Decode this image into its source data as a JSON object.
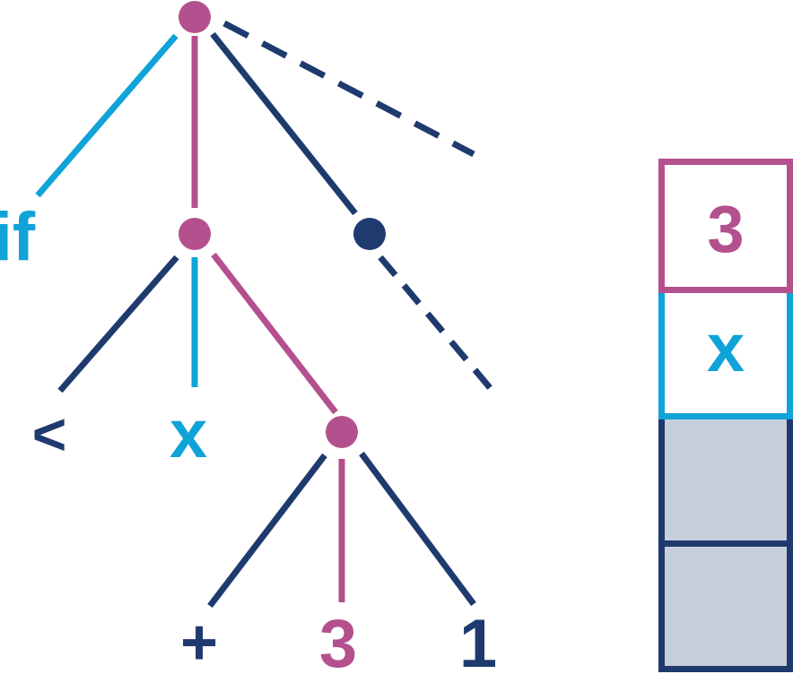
{
  "colors": {
    "pink": "#b4508e",
    "cyan": "#10a3d8",
    "navy": "#1f3a6e",
    "stack_fill": "#c7cfdd",
    "white": "#ffffff"
  },
  "tree": {
    "labels": {
      "if": "if",
      "less_than": "<",
      "x": "x",
      "plus": "+",
      "three": "3",
      "one": "1"
    }
  },
  "stack": {
    "cells": [
      {
        "label": "3",
        "color": "pink",
        "filled": false
      },
      {
        "label": "x",
        "color": "cyan",
        "filled": false
      },
      {
        "label": "",
        "color": "navy",
        "filled": true
      },
      {
        "label": "",
        "color": "navy",
        "filled": true
      }
    ]
  }
}
